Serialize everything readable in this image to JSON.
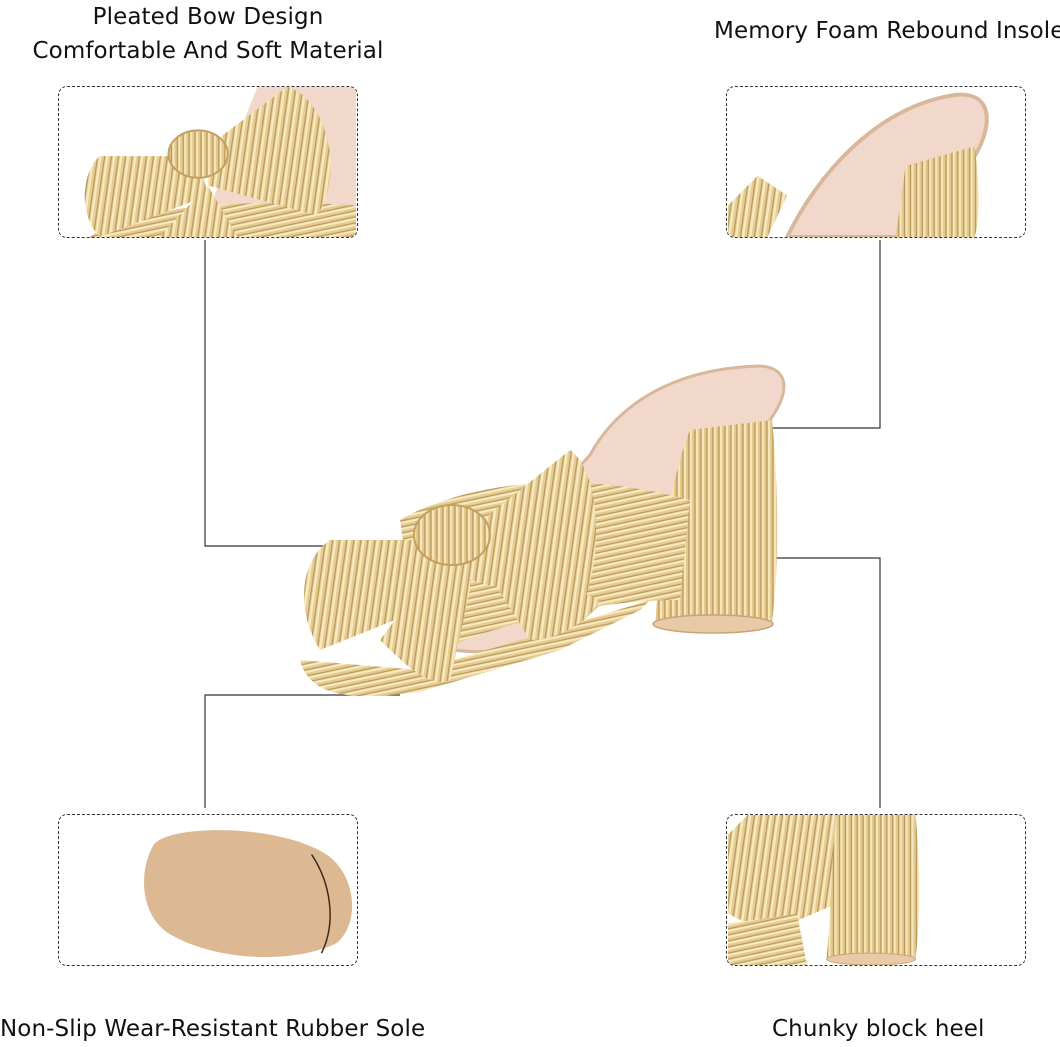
{
  "features": {
    "bow": {
      "title_line1": "Pleated Bow Design",
      "title_line2": "Comfortable And Soft Material"
    },
    "insole": {
      "title": "Memory Foam Rebound Insole"
    },
    "sole": {
      "title": "Non-Slip Wear-Resistant Rubber Sole"
    },
    "heel": {
      "title": "Chunky block heel"
    }
  },
  "colors": {
    "gold": "#e3c98a",
    "gold_light": "#f3e4b8",
    "gold_dark": "#b8955a",
    "insole_pink": "#f2d8cb",
    "sole_tan": "#ddb993",
    "line": "#333333"
  },
  "icons": {
    "main": "sandal-image",
    "bow_detail": "bow-closeup-image",
    "insole_detail": "insole-closeup-image",
    "sole_detail": "sole-closeup-image",
    "heel_detail": "heel-closeup-image"
  }
}
